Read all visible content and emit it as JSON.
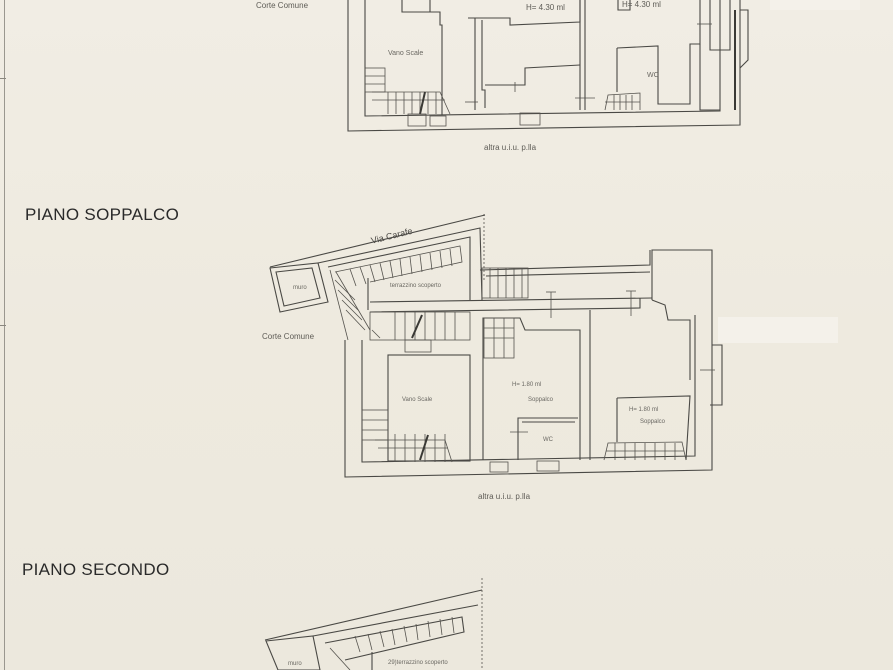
{
  "document": {
    "type": "floor-plan",
    "language": "it"
  },
  "sections": {
    "top_partial": {
      "labels": {
        "corte_comune": "Corte Comune",
        "vano_scale": "Vano Scale",
        "height_1": "H= 4.30 ml",
        "height_2": "H= 4.30 ml",
        "wc": "WC",
        "adjacent": "altra u.i.u. p.lla"
      }
    },
    "piano_soppalco": {
      "title": "PIANO SOPPALCO",
      "labels": {
        "street": "Via Carafe",
        "muro": "muro",
        "terrazzino": "terrazzino scoperto",
        "corte_comune": "Corte Comune",
        "vano_scale": "Vano Scale",
        "height_1": "H= 1.80 ml",
        "soppalco_1": "Soppalco",
        "wc": "WC",
        "height_2": "H= 1.80 ml",
        "soppalco_2": "Soppalco",
        "adjacent": "altra u.i.u. p.lla"
      }
    },
    "piano_secondo": {
      "title": "PIANO SECONDO",
      "labels": {
        "muro": "muro",
        "terrazzino": "29)terrazzino scoperto"
      }
    }
  }
}
